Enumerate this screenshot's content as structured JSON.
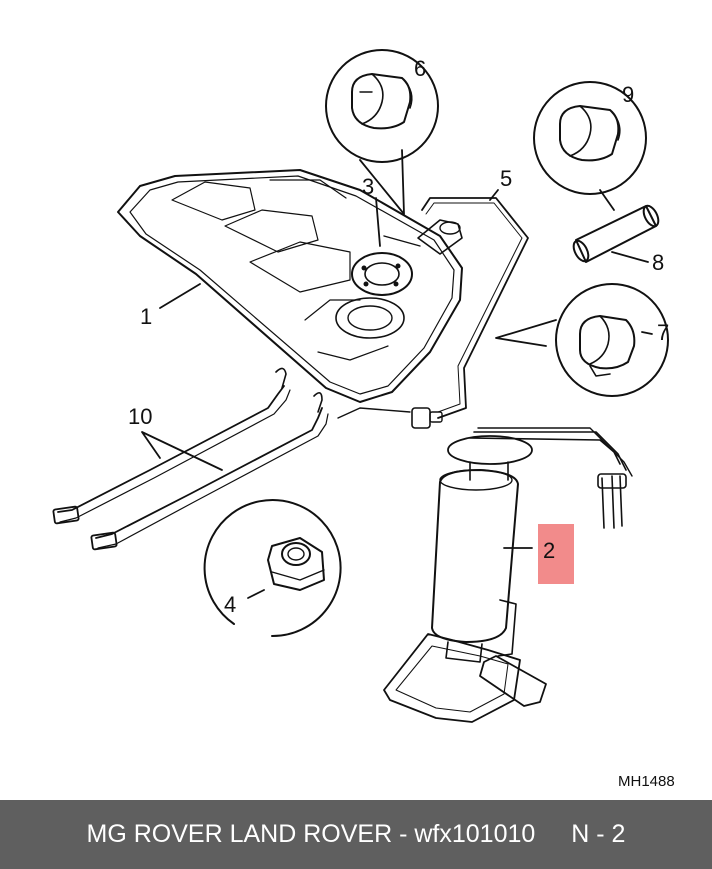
{
  "colors": {
    "line": "#111111",
    "highlight": "#f28b8b",
    "footer_bg": "#5f5f5f",
    "footer_text": "#ffffff"
  },
  "callouts": {
    "c1": "1",
    "c2": "2",
    "c3": "3",
    "c4": "4",
    "c5": "5",
    "c6": "6",
    "c7": "7",
    "c8": "8",
    "c9": "9",
    "c10": "10"
  },
  "drawing_code": "MH1488",
  "footer": {
    "title": "MG ROVER LAND ROVER - wfx101010",
    "catalog": "N - 2"
  }
}
